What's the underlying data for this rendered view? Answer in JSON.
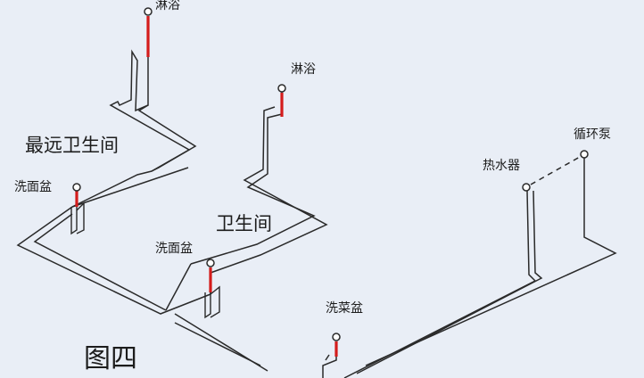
{
  "labels": {
    "shower_top": "淋浴",
    "bathroom_far": "最远卫生间",
    "basin_far": "洗面盆",
    "shower_mid": "淋浴",
    "bathroom": "卫生间",
    "basin_mid": "洗面盆",
    "water_heater": "热水器",
    "circ_pump": "循环泵",
    "sink": "洗菜盆",
    "figure_caption": "图四"
  },
  "colors": {
    "background": "#e9eef6",
    "pipe": "#2a2a2a",
    "hot_riser": "#d41c1c"
  }
}
